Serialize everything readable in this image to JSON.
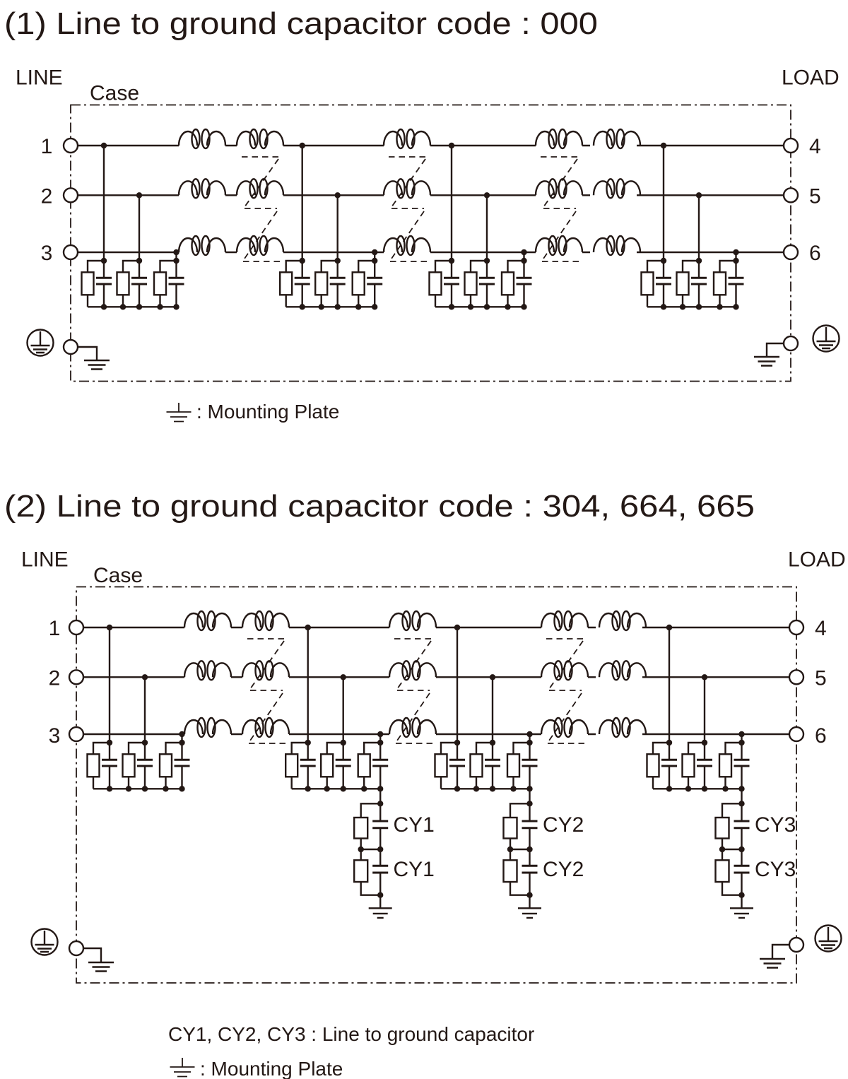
{
  "colors": {
    "ink": "#231815",
    "background": "#ffffff"
  },
  "section1": {
    "title": "(1) Line to ground capacitor code : 000",
    "line_label": "LINE",
    "load_label": "LOAD",
    "case_label": "Case",
    "terminals_left": [
      "1",
      "2",
      "3"
    ],
    "terminals_right": [
      "4",
      "5",
      "6"
    ],
    "legend_mounting_plate": ": Mounting Plate"
  },
  "section2": {
    "title": "(2) Line to ground capacitor code : 304, 664, 665",
    "line_label": "LINE",
    "load_label": "LOAD",
    "case_label": "Case",
    "terminals_left": [
      "1",
      "2",
      "3"
    ],
    "terminals_right": [
      "4",
      "5",
      "6"
    ],
    "cy_labels": {
      "cy1": "CY1",
      "cy2": "CY2",
      "cy3": "CY3"
    },
    "legend_cy": "CY1, CY2, CY3 : Line to ground capacitor",
    "legend_mounting_plate": ": Mounting Plate"
  }
}
